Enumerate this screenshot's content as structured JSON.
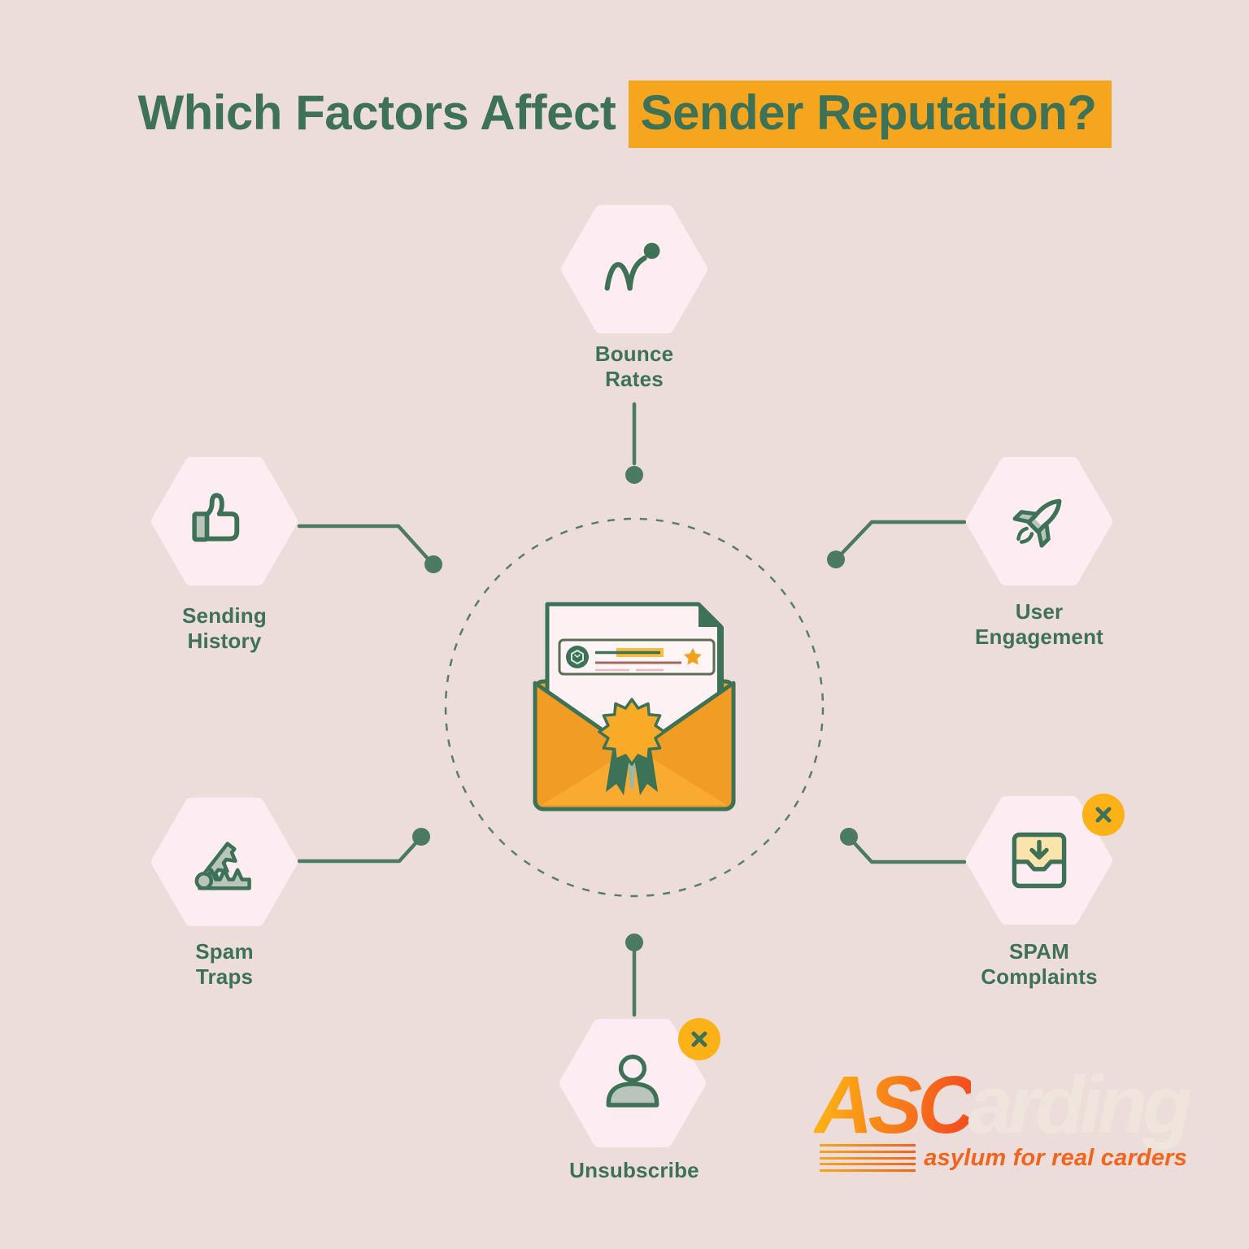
{
  "title": {
    "prefix": "Which Factors Affect",
    "highlight": "Sender Reputation?"
  },
  "nodes": [
    {
      "id": "bounce-rates",
      "label1": "Bounce",
      "label2": "Rates",
      "icon": "bounce-chart-icon",
      "badge": false
    },
    {
      "id": "sending-history",
      "label1": "Sending",
      "label2": "History",
      "icon": "thumbs-up-icon",
      "badge": false
    },
    {
      "id": "user-engagement",
      "label1": "User",
      "label2": "Engagement",
      "icon": "rocket-icon",
      "badge": false
    },
    {
      "id": "spam-traps",
      "label1": "Spam",
      "label2": "Traps",
      "icon": "spam-trap-icon",
      "badge": false
    },
    {
      "id": "spam-complaints",
      "label1": "SPAM",
      "label2": "Complaints",
      "icon": "inbox-download-icon",
      "badge": true
    },
    {
      "id": "unsubscribe",
      "label1": "Unsubscribe",
      "label2": "",
      "icon": "person-icon",
      "badge": true
    }
  ],
  "center": {
    "illustration": "open-envelope-with-certificate-seal-and-email-preview-card"
  },
  "logo": {
    "part1": "ASC",
    "part2": "arding",
    "tagline": "asylum for real carders"
  },
  "colors": {
    "background": "#ecdcda",
    "hexagon_fill": "#fdecf1",
    "green": "#3d7257",
    "gray_green": "#b9c4ba",
    "highlight_orange": "#f6a51e",
    "badge_orange": "#fcb217",
    "envelope_orange": "#f4a127",
    "tagline_orange": "#f2641c"
  }
}
